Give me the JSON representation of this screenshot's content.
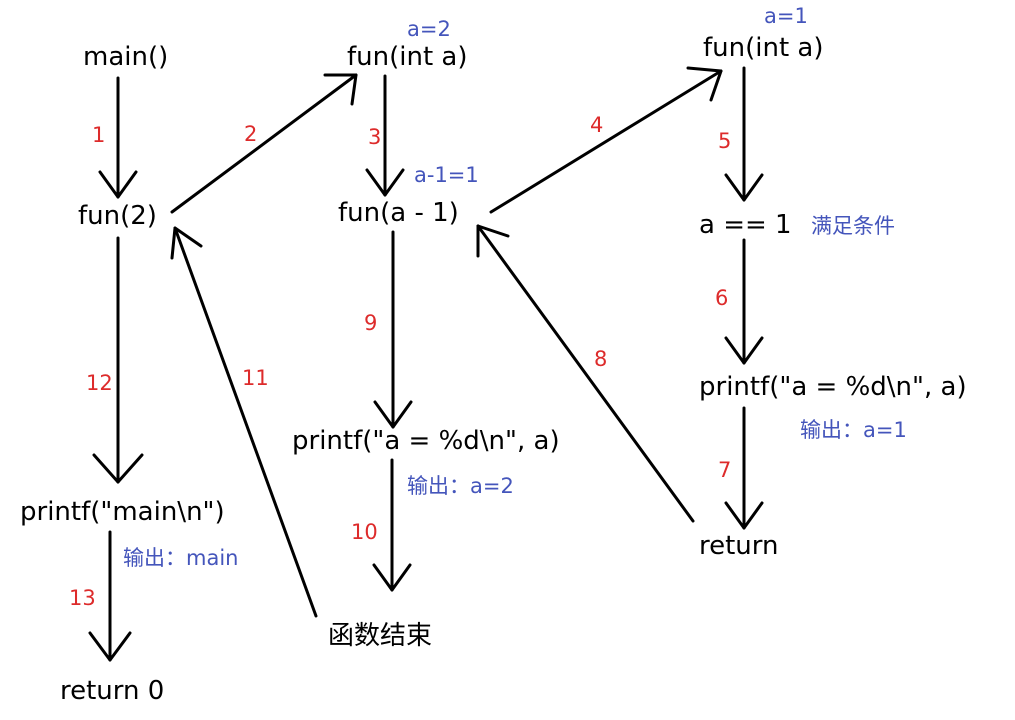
{
  "nodes": {
    "main": "main()",
    "fun2": "fun(2)",
    "printf_main": "printf(\"main\\n\")",
    "return0": "return 0",
    "fun_int_a_1": "fun(int a)",
    "fun_a_minus_1": "fun(a - 1)",
    "printf_a_1": "printf(\"a = %d\\n\", a)",
    "func_end": "函数结束",
    "fun_int_a_2": "fun(int a)",
    "a_eq_1": "a == 1",
    "printf_a_2": "printf(\"a = %d\\n\", a)",
    "return": "return"
  },
  "notes": {
    "a2": "a=2",
    "a_minus_1": "a-1=1",
    "a1": "a=1",
    "condition_met": "满足条件",
    "out_a2": "输出：a=2",
    "out_a1": "输出：a=1",
    "out_main": "输出：main"
  },
  "steps": [
    "1",
    "2",
    "3",
    "4",
    "5",
    "6",
    "7",
    "8",
    "9",
    "10",
    "11",
    "12",
    "13"
  ],
  "colors": {
    "arrow": "#000000",
    "step_number": "#dd2b2b",
    "annotation": "#4455bb",
    "node_text": "#000000"
  }
}
